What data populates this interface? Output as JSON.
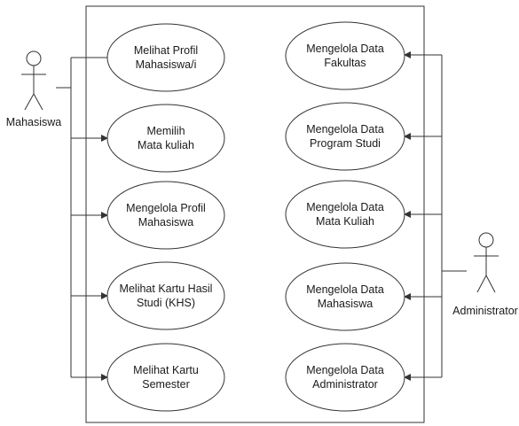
{
  "actors": {
    "left": {
      "label": "Mahasiswa"
    },
    "right": {
      "label": "Administrator"
    }
  },
  "use_cases": {
    "mahasiswa": [
      {
        "id": "uc-melihat-profil",
        "lines": [
          "Melihat Profil",
          "Mahasiswa/i"
        ]
      },
      {
        "id": "uc-memilih-mata-kuliah",
        "lines": [
          "Memilih",
          "Mata kuliah"
        ]
      },
      {
        "id": "uc-mengelola-profil",
        "lines": [
          "Mengelola Profil",
          "Mahasiswa"
        ]
      },
      {
        "id": "uc-melihat-khs",
        "lines": [
          "Melihat Kartu Hasil",
          "Studi (KHS)"
        ]
      },
      {
        "id": "uc-melihat-kartu-semester",
        "lines": [
          "Melihat Kartu",
          "Semester"
        ]
      }
    ],
    "administrator": [
      {
        "id": "uc-data-fakultas",
        "lines": [
          "Mengelola Data",
          "Fakultas"
        ]
      },
      {
        "id": "uc-data-program-studi",
        "lines": [
          "Mengelola Data",
          "Program Studi"
        ]
      },
      {
        "id": "uc-data-mata-kuliah",
        "lines": [
          "Mengelola Data",
          "Mata Kuliah"
        ]
      },
      {
        "id": "uc-data-mahasiswa",
        "lines": [
          "Mengelola Data",
          "Mahasiswa"
        ]
      },
      {
        "id": "uc-data-administrator",
        "lines": [
          "Mengelola Data",
          "Administrator"
        ]
      }
    ]
  },
  "colors": {
    "stroke": "#333333",
    "text": "#1a1a1a",
    "background": "#ffffff"
  }
}
